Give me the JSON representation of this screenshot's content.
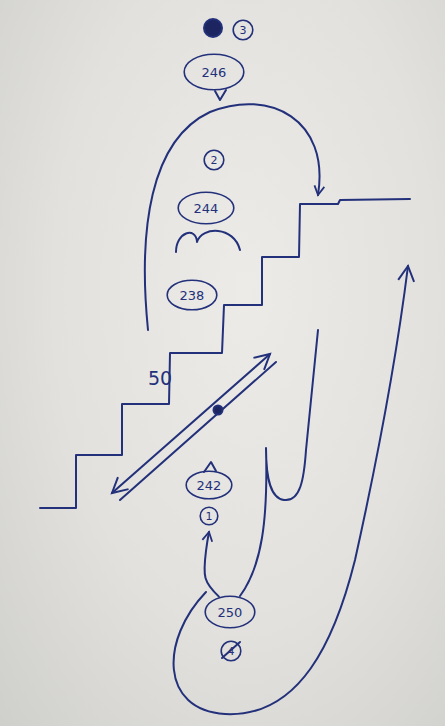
{
  "diagram": {
    "nodes": [
      {
        "text": [
          "3"
        ]
      },
      {
        "text": [
          "246"
        ]
      },
      {
        "text": [
          "2"
        ]
      },
      {
        "text": [
          "244"
        ]
      },
      {
        "text": [
          "238"
        ]
      },
      {
        "text": [
          "242"
        ]
      },
      {
        "text": [
          "1"
        ]
      },
      {
        "text": [
          "250"
        ]
      },
      {
        "text": [
          "4"
        ]
      }
    ],
    "edges": [
      {
        "from": 7,
        "to": 6,
        "arrow": "to"
      }
    ],
    "labels": [
      "50"
    ]
  }
}
